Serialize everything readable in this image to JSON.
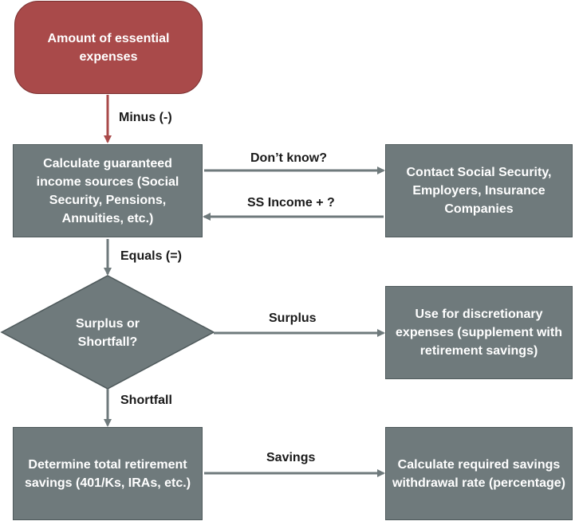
{
  "nodes": {
    "essential_expenses": "Amount of essential expenses",
    "guaranteed_income": "Calculate guaranteed income sources (Social Security, Pensions, Annuities, etc.)",
    "contact": "Contact Social Security, Employers, Insurance Companies",
    "decision": "Surplus or Shortfall?",
    "discretionary": "Use for discretionary expenses (supplement with retirement savings)",
    "total_savings": "Determine total retirement savings (401/Ks, IRAs, etc.)",
    "withdrawal_rate": "Calculate required savings withdrawal rate (percentage)"
  },
  "edges": {
    "minus": "Minus (-)",
    "dont_know": "Don’t know?",
    "ss_income": "SS Income + ?",
    "equals": "Equals (=)",
    "surplus": "Surplus",
    "shortfall": "Shortfall",
    "savings": "Savings"
  },
  "colors": {
    "start_node": "#a94a4a",
    "process_node": "#6f7a7c",
    "arrow": "#6f7a7c",
    "start_arrow": "#a94a4a"
  }
}
